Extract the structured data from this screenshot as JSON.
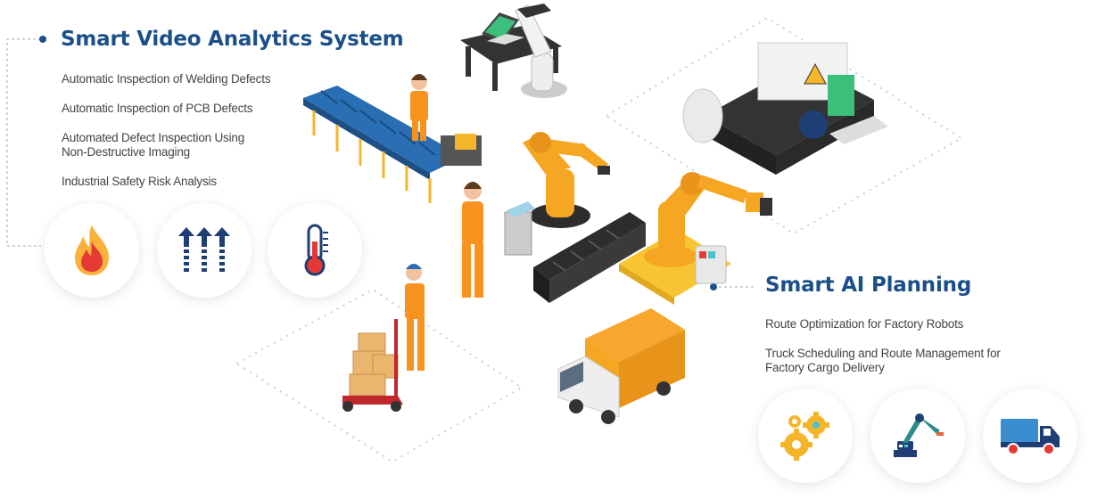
{
  "video_analytics": {
    "title": "Smart Video Analytics System",
    "items": [
      "Automatic Inspection of Welding Defects",
      "Automatic Inspection of PCB Defects",
      "Automated Defect Inspection Using",
      "Non-Destructive Imaging",
      "Industrial Safety Risk Analysis"
    ],
    "icons": [
      "fire-icon",
      "upload-arrows-icon",
      "thermometer-icon"
    ]
  },
  "ai_planning": {
    "title": "Smart AI Planning",
    "items": [
      "Route Optimization for Factory Robots",
      "Truck Scheduling and Route Management for",
      "Factory Cargo Delivery"
    ],
    "icons": [
      "gears-icon",
      "robot-arm-icon",
      "truck-icon"
    ]
  },
  "colors": {
    "heading": "#1b4f8a",
    "robot_orange": "#f5a623",
    "conveyor_blue": "#2a6fb3",
    "icon_navy": "#1f3f74",
    "fire_red": "#e53935"
  }
}
